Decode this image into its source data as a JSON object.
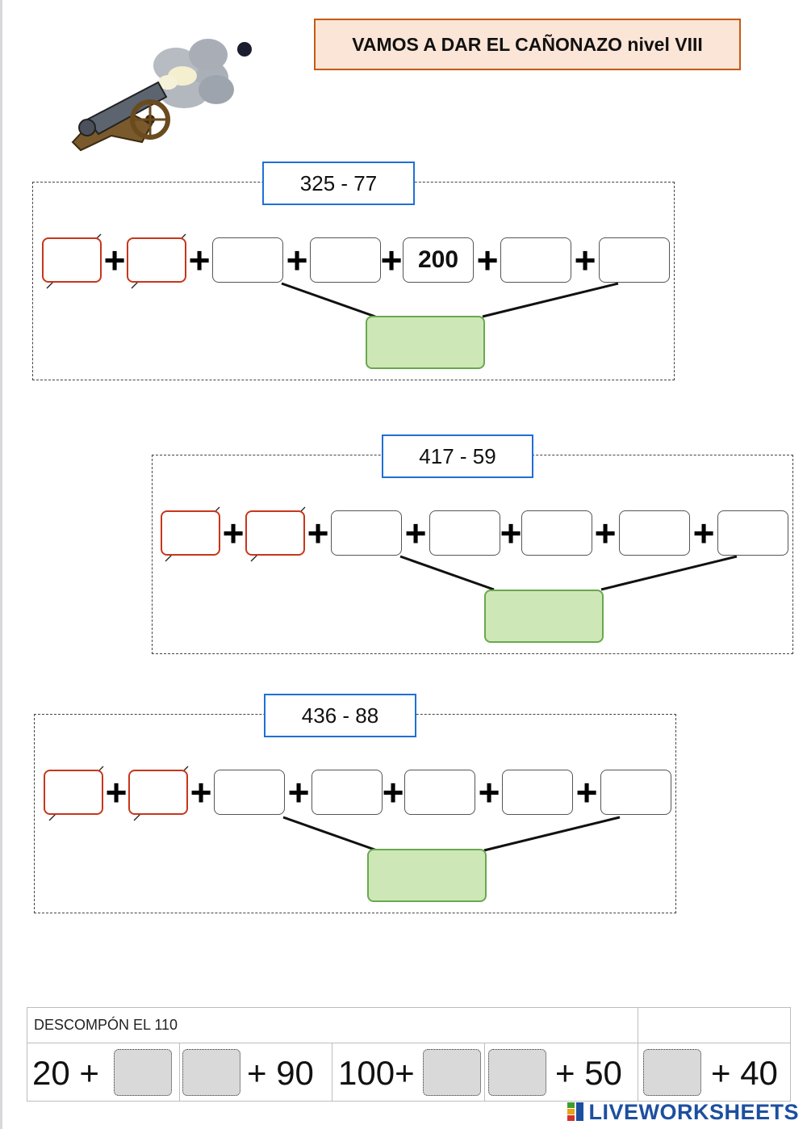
{
  "title": "VAMOS A DAR EL CAÑONAZO nivel VIII",
  "exercises": [
    {
      "operation": "325 - 77",
      "values": [
        "",
        "",
        "",
        "",
        "200",
        "",
        ""
      ]
    },
    {
      "operation": "417 - 59",
      "values": [
        "",
        "",
        "",
        "",
        "",
        "",
        ""
      ]
    },
    {
      "operation": "436 - 88",
      "values": [
        "",
        "",
        "",
        "",
        "",
        "",
        ""
      ]
    }
  ],
  "decompose": {
    "title": "DESCOMPÓN EL 110",
    "groups": [
      {
        "left": "20 +",
        "right": "+ 90"
      },
      {
        "left": "100+",
        "right": "+ 50"
      },
      {
        "right": "+ 40"
      }
    ]
  },
  "plus_sign": "+",
  "brand": "LIVEWORKSHEETS",
  "colors": {
    "title_fill": "#fbe5d6",
    "title_border": "#c55a11",
    "operation_border": "#1f6fd6",
    "crossed_border": "#c8361b",
    "result_fill": "#cde8b6",
    "result_border": "#6aa84f",
    "answer_fill": "#d9d9d9",
    "brand": "#1d4fa0"
  }
}
